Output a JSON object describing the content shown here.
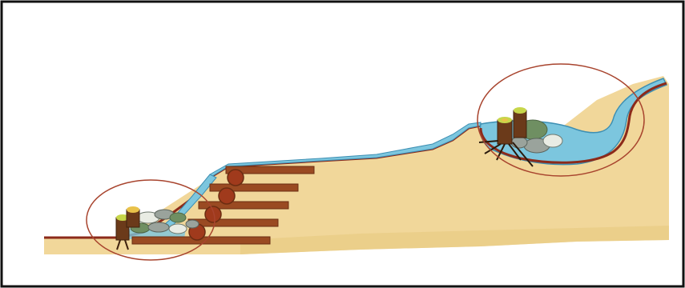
{
  "diagram": {
    "colors": {
      "background": "#ffffff",
      "frame": "#111111",
      "soil": "#f1d79a",
      "soil_shade": "#e7c981",
      "water": "#7cc6de",
      "water_edge": "#3d8fb3",
      "liner": "#8c2a1a",
      "timber": "#9a4a22",
      "timber_dark": "#6b2d12",
      "log_end": "#a03a1c",
      "stump_bark": "#6b3a1a",
      "stump_top": "#c7d64a",
      "stump_ring": "#e9c24a",
      "stone_gray": "#9aa39c",
      "stone_green": "#6f8f62",
      "stone_white": "#e9ece4",
      "highlight_circle": "#a8442e"
    },
    "elements": [
      "frame",
      "hillside-soil",
      "stream-channel",
      "upper-pool",
      "lower-pool",
      "timber-steps",
      "log-ends",
      "upper-stump-with-stones",
      "lower-stump-with-stones",
      "highlight-circle-upper",
      "highlight-circle-lower"
    ]
  }
}
